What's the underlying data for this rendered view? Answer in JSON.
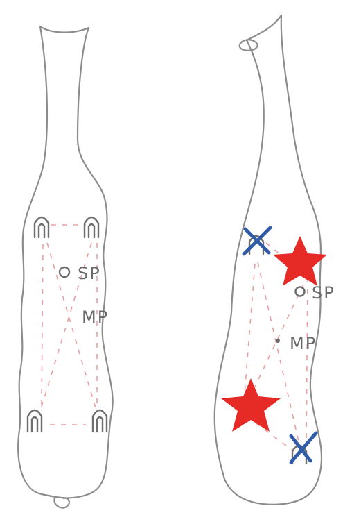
{
  "labels": {
    "left_superficial_point": "SP",
    "left_middle_point": "MP",
    "right_superficial_point": "SP",
    "right_middle_point": "MP"
  },
  "colors": {
    "outline": "#8c8c8c",
    "dashed_lines": "#e58f8f",
    "cross_marks": "#2f5ba7",
    "stars": "#e62a26",
    "text": "#6a6a6a"
  },
  "icons": {
    "cross_marks": "x-mark-icon",
    "stars": "star-icon",
    "point_markers": "arch-marker-icon"
  }
}
